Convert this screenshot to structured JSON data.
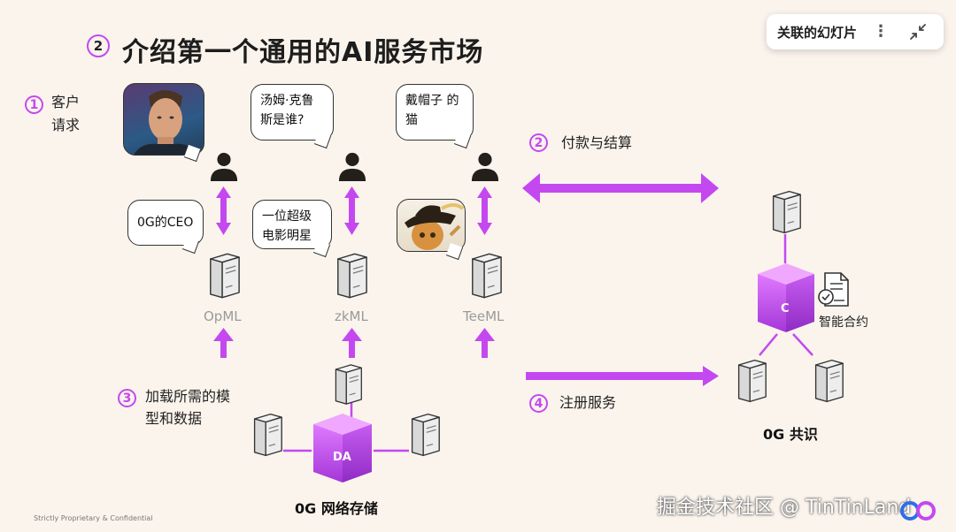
{
  "title": {
    "number": "2",
    "text": "介绍第一个通用的AI服务市场"
  },
  "panel": {
    "label": "关联的幻灯片",
    "more_icon": "more-vertical-icon",
    "collapse_icon": "collapse-icon"
  },
  "steps": {
    "s1": {
      "number": "1",
      "line1": "客户",
      "line2": "请求"
    },
    "s2": {
      "number": "2",
      "text": "付款与结算"
    },
    "s3": {
      "number": "3",
      "line1": "加载所需的模",
      "line2": "型和数据"
    },
    "s4": {
      "number": "4",
      "text": "注册服务"
    }
  },
  "bubbles": {
    "q2": {
      "line1": "汤姆·克鲁",
      "line2": "斯是谁?"
    },
    "q3": {
      "line1": "戴帽子 的",
      "line2": "猫"
    },
    "a1": "0G的CEO",
    "a2": {
      "line1": "一位超级",
      "line2": "电影明星"
    }
  },
  "servers": {
    "m1": "OpML",
    "m2": "zkML",
    "m3": "TeeML"
  },
  "storage": {
    "cube": "DA",
    "label": "0G 网络存储"
  },
  "consensus": {
    "cube": "C",
    "contract": "智能合约",
    "label": "0G 共识"
  },
  "footer": "Strictly Proprietary & Confidential",
  "watermark": "掘金技术社区 @ TinTinLand",
  "colors": {
    "accent": "#c448f0",
    "background": "#fbf4ec"
  }
}
